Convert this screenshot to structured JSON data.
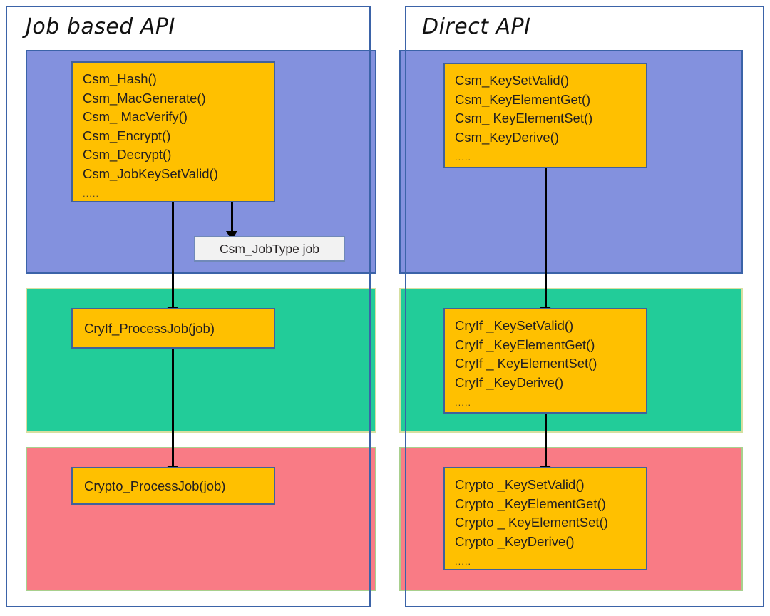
{
  "diagram": {
    "columns": [
      {
        "id": "job-based",
        "title": "Job based API"
      },
      {
        "id": "direct",
        "title": "Direct API"
      }
    ],
    "layers": [
      {
        "id": "csm",
        "color": "#8391de"
      },
      {
        "id": "cryif",
        "color": "#22cc99"
      },
      {
        "id": "crypto",
        "color": "#f97b85"
      }
    ],
    "colors": {
      "frame_border": "#3b63a8",
      "layer_csm": "#8391de",
      "layer_cryif": "#22cc99",
      "layer_crypto": "#f97b85",
      "box_fill": "#ffc000",
      "box_border": "#41619b",
      "job_box_fill": "#f2f2f2",
      "arrow": "#000000"
    },
    "boxes": {
      "csm_job": {
        "lines": [
          "Csm_Hash()",
          "Csm_MacGenerate()",
          "Csm_ MacVerify()",
          "Csm_Encrypt()",
          "Csm_Decrypt()",
          "Csm_JobKeySetValid()"
        ],
        "ellipsis": "....."
      },
      "csm_direct": {
        "lines": [
          "Csm_KeySetValid()",
          "Csm_KeyElementGet()",
          "Csm_ KeyElementSet()",
          "Csm_KeyDerive()"
        ],
        "ellipsis": "....."
      },
      "job_type": {
        "label": "Csm_JobType job"
      },
      "cryif_job": {
        "label": "CryIf_ProcessJob(job)"
      },
      "cryif_direct": {
        "lines": [
          "CryIf _KeySetValid()",
          "CryIf _KeyElementGet()",
          "CryIf _ KeyElementSet()",
          "CryIf _KeyDerive()"
        ],
        "ellipsis": "....."
      },
      "crypto_job": {
        "label": "Crypto_ProcessJob(job)"
      },
      "crypto_direct": {
        "lines": [
          "Crypto _KeySetValid()",
          "Crypto _KeyElementGet()",
          "Crypto _ KeyElementSet()",
          "Crypto _KeyDerive()"
        ],
        "ellipsis": "....."
      }
    }
  }
}
